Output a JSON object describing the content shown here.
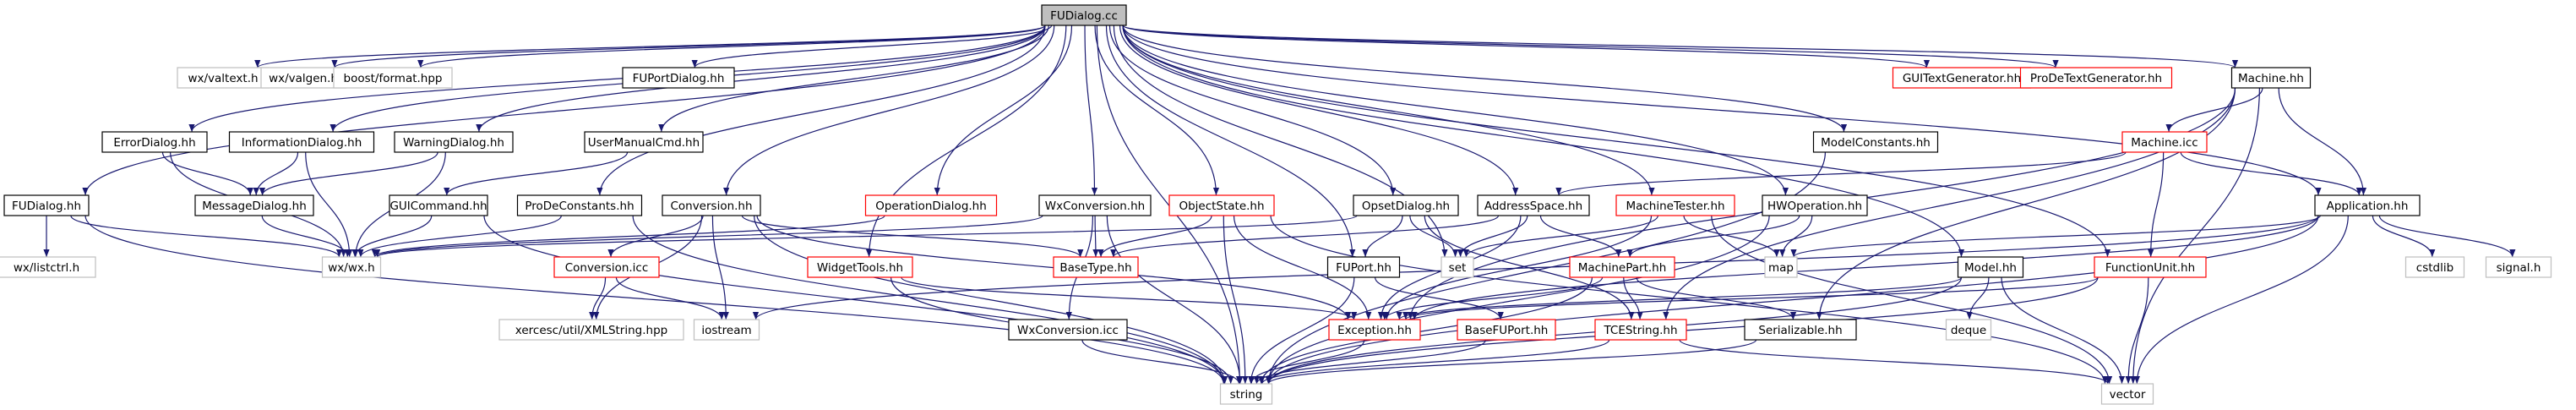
{
  "theme": {
    "edge_color": "#191970",
    "root_fill": "#bfbfbf",
    "node_border": "#000000",
    "missing_border": "#bfbfbf",
    "link_border": "#ff0000",
    "node_fill": "#ffffff"
  },
  "nodes": {
    "fudialog_cc": {
      "label": "FUDialog.cc",
      "kind": "root"
    },
    "wx_valtext": {
      "label": "wx/valtext.h",
      "kind": "missing"
    },
    "wx_valgen": {
      "label": "wx/valgen.h",
      "kind": "missing"
    },
    "boost_format": {
      "label": "boost/format.hpp",
      "kind": "missing"
    },
    "fuportdialog": {
      "label": "FUPortDialog.hh",
      "kind": "normal"
    },
    "guitextgenerator": {
      "label": "GUITextGenerator.hh",
      "kind": "link"
    },
    "prodetextgenerator": {
      "label": "ProDeTextGenerator.hh",
      "kind": "link"
    },
    "machine_hh": {
      "label": "Machine.hh",
      "kind": "normal"
    },
    "errordialog": {
      "label": "ErrorDialog.hh",
      "kind": "normal"
    },
    "informationdialog": {
      "label": "InformationDialog.hh",
      "kind": "normal"
    },
    "warningdialog": {
      "label": "WarningDialog.hh",
      "kind": "normal"
    },
    "usermanualcmd": {
      "label": "UserManualCmd.hh",
      "kind": "normal"
    },
    "modelconstants": {
      "label": "ModelConstants.hh",
      "kind": "normal"
    },
    "machine_icc": {
      "label": "Machine.icc",
      "kind": "link"
    },
    "fudialog_hh": {
      "label": "FUDialog.hh",
      "kind": "normal"
    },
    "messagedialog": {
      "label": "MessageDialog.hh",
      "kind": "normal"
    },
    "guicommand": {
      "label": "GUICommand.hh",
      "kind": "normal"
    },
    "prodeconstants": {
      "label": "ProDeConstants.hh",
      "kind": "normal"
    },
    "conversion_hh": {
      "label": "Conversion.hh",
      "kind": "normal"
    },
    "operationdialog": {
      "label": "OperationDialog.hh",
      "kind": "link"
    },
    "wxconversion_hh": {
      "label": "WxConversion.hh",
      "kind": "normal"
    },
    "objectstate": {
      "label": "ObjectState.hh",
      "kind": "link"
    },
    "opsetdialog": {
      "label": "OpsetDialog.hh",
      "kind": "normal"
    },
    "addressspace": {
      "label": "AddressSpace.hh",
      "kind": "normal"
    },
    "machinetester": {
      "label": "MachineTester.hh",
      "kind": "link"
    },
    "hwoperation": {
      "label": "HWOperation.hh",
      "kind": "normal"
    },
    "application": {
      "label": "Application.hh",
      "kind": "normal"
    },
    "wx_listctrl": {
      "label": "wx/listctrl.h",
      "kind": "missing"
    },
    "wx_wx": {
      "label": "wx/wx.h",
      "kind": "missing"
    },
    "conversion_icc": {
      "label": "Conversion.icc",
      "kind": "link"
    },
    "widgettools": {
      "label": "WidgetTools.hh",
      "kind": "link"
    },
    "basetype": {
      "label": "BaseType.hh",
      "kind": "link"
    },
    "fuport": {
      "label": "FUPort.hh",
      "kind": "normal"
    },
    "set": {
      "label": "set",
      "kind": "missing"
    },
    "machinepart": {
      "label": "MachinePart.hh",
      "kind": "link"
    },
    "map": {
      "label": "map",
      "kind": "missing"
    },
    "model": {
      "label": "Model.hh",
      "kind": "normal"
    },
    "functionunit": {
      "label": "FunctionUnit.hh",
      "kind": "link"
    },
    "cstdlib": {
      "label": "cstdlib",
      "kind": "missing"
    },
    "signal": {
      "label": "signal.h",
      "kind": "missing"
    },
    "xercesc": {
      "label": "xercesc/util/XMLString.hpp",
      "kind": "missing"
    },
    "iostream": {
      "label": "iostream",
      "kind": "missing"
    },
    "wxconversion_icc": {
      "label": "WxConversion.icc",
      "kind": "normal"
    },
    "exception": {
      "label": "Exception.hh",
      "kind": "link"
    },
    "basefuport": {
      "label": "BaseFUPort.hh",
      "kind": "link"
    },
    "tcestring": {
      "label": "TCEString.hh",
      "kind": "link"
    },
    "serializable": {
      "label": "Serializable.hh",
      "kind": "normal"
    },
    "deque": {
      "label": "deque",
      "kind": "missing"
    },
    "string": {
      "label": "string",
      "kind": "missing"
    },
    "vector": {
      "label": "vector",
      "kind": "missing"
    }
  },
  "edges": [
    [
      "fudialog_cc",
      "wx_valtext"
    ],
    [
      "fudialog_cc",
      "wx_valgen"
    ],
    [
      "fudialog_cc",
      "boost_format"
    ],
    [
      "fudialog_cc",
      "fuportdialog"
    ],
    [
      "fudialog_cc",
      "guitextgenerator"
    ],
    [
      "fudialog_cc",
      "prodetextgenerator"
    ],
    [
      "fudialog_cc",
      "machine_hh"
    ],
    [
      "fudialog_cc",
      "errordialog"
    ],
    [
      "fudialog_cc",
      "informationdialog"
    ],
    [
      "fudialog_cc",
      "warningdialog"
    ],
    [
      "fudialog_cc",
      "usermanualcmd"
    ],
    [
      "fudialog_cc",
      "modelconstants"
    ],
    [
      "fudialog_cc",
      "fudialog_hh"
    ],
    [
      "fudialog_cc",
      "prodeconstants"
    ],
    [
      "fudialog_cc",
      "conversion_hh"
    ],
    [
      "fudialog_cc",
      "operationdialog"
    ],
    [
      "fudialog_cc",
      "wxconversion_hh"
    ],
    [
      "fudialog_cc",
      "objectstate"
    ],
    [
      "fudialog_cc",
      "opsetdialog"
    ],
    [
      "fudialog_cc",
      "addressspace"
    ],
    [
      "fudialog_cc",
      "machinetester"
    ],
    [
      "fudialog_cc",
      "hwoperation"
    ],
    [
      "fudialog_cc",
      "application"
    ],
    [
      "fudialog_cc",
      "widgettools"
    ],
    [
      "fudialog_cc",
      "fuport"
    ],
    [
      "fudialog_cc",
      "set"
    ],
    [
      "fudialog_cc",
      "model"
    ],
    [
      "fudialog_cc",
      "functionunit"
    ],
    [
      "fudialog_cc",
      "string"
    ],
    [
      "machine_hh",
      "machine_icc"
    ],
    [
      "machine_hh",
      "application"
    ],
    [
      "machine_hh",
      "exception"
    ],
    [
      "machine_hh",
      "serializable"
    ],
    [
      "machine_hh",
      "tcestring"
    ],
    [
      "machine_hh",
      "vector"
    ],
    [
      "machine_icc",
      "addressspace"
    ],
    [
      "machine_icc",
      "functionunit"
    ],
    [
      "machine_icc",
      "application"
    ],
    [
      "errordialog",
      "messagedialog"
    ],
    [
      "errordialog",
      "wx_wx"
    ],
    [
      "informationdialog",
      "messagedialog"
    ],
    [
      "informationdialog",
      "wx_wx"
    ],
    [
      "warningdialog",
      "messagedialog"
    ],
    [
      "warningdialog",
      "wx_wx"
    ],
    [
      "messagedialog",
      "wx_wx"
    ],
    [
      "usermanualcmd",
      "guicommand"
    ],
    [
      "guicommand",
      "wx_wx"
    ],
    [
      "guicommand",
      "string"
    ],
    [
      "fudialog_hh",
      "wx_listctrl"
    ],
    [
      "fudialog_hh",
      "wx_wx"
    ],
    [
      "fudialog_hh",
      "string"
    ],
    [
      "prodeconstants",
      "wx_wx"
    ],
    [
      "prodeconstants",
      "string"
    ],
    [
      "modelconstants",
      "string"
    ],
    [
      "conversion_hh",
      "conversion_icc"
    ],
    [
      "conversion_hh",
      "xercesc"
    ],
    [
      "conversion_hh",
      "iostream"
    ],
    [
      "conversion_hh",
      "exception"
    ],
    [
      "conversion_hh",
      "basetype"
    ],
    [
      "conversion_hh",
      "string"
    ],
    [
      "conversion_icc",
      "xercesc"
    ],
    [
      "conversion_icc",
      "iostream"
    ],
    [
      "operationdialog",
      "wx_wx"
    ],
    [
      "wxconversion_hh",
      "wx_wx"
    ],
    [
      "wxconversion_hh",
      "basetype"
    ],
    [
      "wxconversion_hh",
      "wxconversion_icc"
    ],
    [
      "wxconversion_hh",
      "string"
    ],
    [
      "wxconversion_icc",
      "string"
    ],
    [
      "objectstate",
      "basetype"
    ],
    [
      "objectstate",
      "exception"
    ],
    [
      "objectstate",
      "string"
    ],
    [
      "objectstate",
      "vector"
    ],
    [
      "widgettools",
      "exception"
    ],
    [
      "widgettools",
      "string"
    ],
    [
      "opsetdialog",
      "wx_wx"
    ],
    [
      "opsetdialog",
      "fuport"
    ],
    [
      "opsetdialog",
      "set"
    ],
    [
      "opsetdialog",
      "tcestring"
    ],
    [
      "fuport",
      "basefuport"
    ],
    [
      "fuport",
      "string"
    ],
    [
      "addressspace",
      "machinepart"
    ],
    [
      "addressspace",
      "set"
    ],
    [
      "addressspace",
      "basetype"
    ],
    [
      "addressspace",
      "exception"
    ],
    [
      "machinetester",
      "set"
    ],
    [
      "machinetester",
      "map"
    ],
    [
      "machinetester",
      "exception"
    ],
    [
      "machinetester",
      "vector"
    ],
    [
      "hwoperation",
      "machinepart"
    ],
    [
      "hwoperation",
      "map"
    ],
    [
      "hwoperation",
      "string"
    ],
    [
      "machinepart",
      "exception"
    ],
    [
      "machinepart",
      "serializable"
    ],
    [
      "machinepart",
      "tcestring"
    ],
    [
      "machinepart",
      "string"
    ],
    [
      "model",
      "exception"
    ],
    [
      "model",
      "deque"
    ],
    [
      "model",
      "string"
    ],
    [
      "model",
      "vector"
    ],
    [
      "functionunit",
      "exception"
    ],
    [
      "functionunit",
      "string"
    ],
    [
      "functionunit",
      "vector"
    ],
    [
      "application",
      "exception"
    ],
    [
      "application",
      "map"
    ],
    [
      "application",
      "cstdlib"
    ],
    [
      "application",
      "signal"
    ],
    [
      "application",
      "string"
    ],
    [
      "application",
      "vector"
    ],
    [
      "application",
      "iostream"
    ],
    [
      "exception",
      "string"
    ],
    [
      "basefuport",
      "string"
    ],
    [
      "tcestring",
      "string"
    ],
    [
      "tcestring",
      "vector"
    ],
    [
      "serializable",
      "string"
    ]
  ]
}
